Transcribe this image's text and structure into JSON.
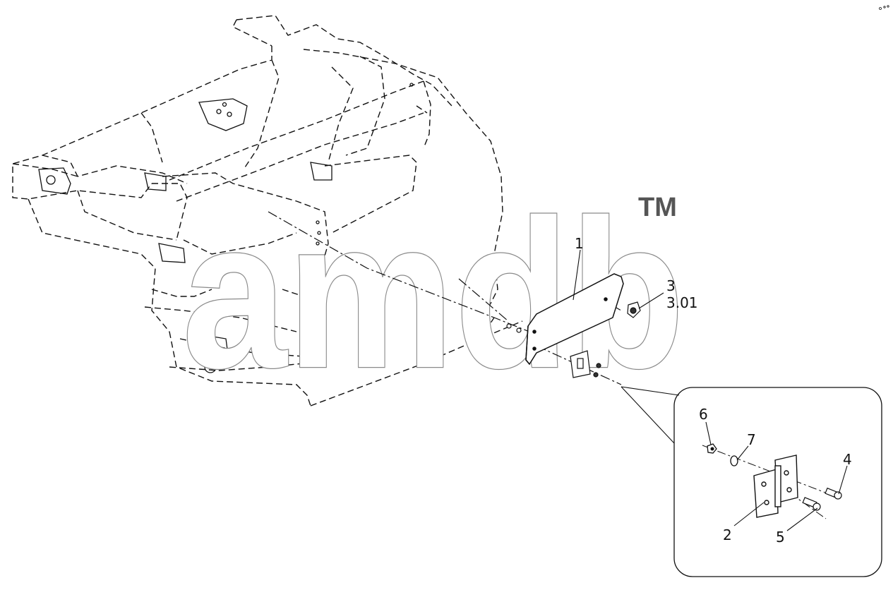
{
  "diagram": {
    "callouts": {
      "part_1": "1",
      "part_3": "3",
      "part_3_01": "3.01",
      "part_6": "6",
      "part_7": "7",
      "part_4": "4",
      "part_2": "2",
      "part_5": "5"
    },
    "watermark": {
      "logo_text": "amdb",
      "trademark": "TM"
    },
    "colors": {
      "line": "#111111",
      "watermark_outline": "#8a8a8a",
      "background": "#ffffff"
    }
  }
}
